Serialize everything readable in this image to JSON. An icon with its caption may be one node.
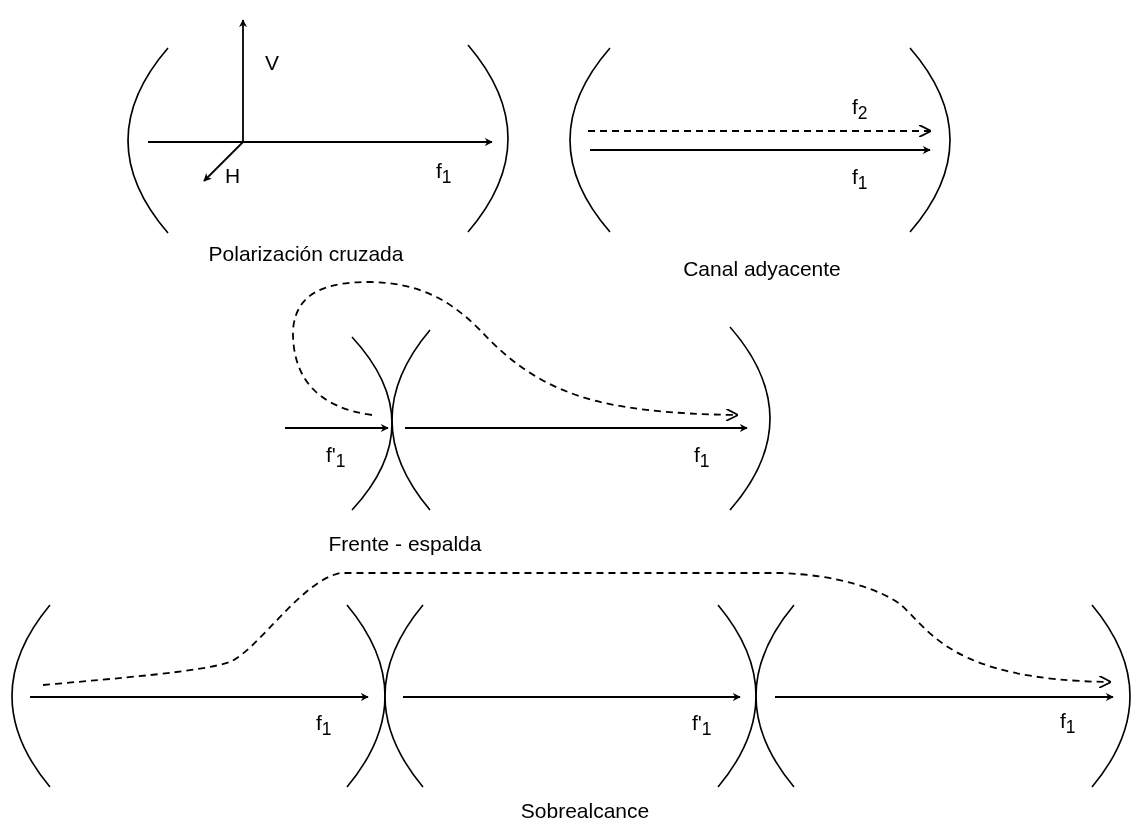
{
  "diagram": {
    "nodes": [
      {
        "text": [],
        "shape": "arc"
      },
      {
        "text": [],
        "shape": "arc"
      },
      {
        "text": [],
        "shape": "arc"
      },
      {
        "text": [],
        "shape": "arc"
      },
      {
        "text": [],
        "shape": "arc"
      },
      {
        "text": [],
        "shape": "arc"
      },
      {
        "text": [],
        "shape": "arc"
      },
      {
        "text": [],
        "shape": "arc"
      },
      {
        "text": [],
        "shape": "arc"
      },
      {
        "text": [],
        "shape": "arc"
      },
      {
        "text": [],
        "shape": "arc"
      },
      {
        "text": [],
        "shape": "arc"
      },
      {
        "text": [],
        "shape": "arc"
      }
    ],
    "edges": [
      {
        "from": 0,
        "to": 1,
        "arrow": "to",
        "label": "f$_{1}$"
      },
      {
        "from": 2,
        "to": 3,
        "arrow": "to",
        "label": "f$_{2}$",
        "style": "dashed"
      },
      {
        "from": 2,
        "to": 3,
        "arrow": "to",
        "label": "f$_{1}$"
      },
      {
        "from": null,
        "to": 5,
        "arrow": "to",
        "label": "f'$_{1}$"
      },
      {
        "from": 5,
        "to": 6,
        "arrow": "to",
        "label": "f$_{1}$"
      },
      {
        "from": 4,
        "to": 6,
        "arrow": "to",
        "style": "dashed"
      },
      {
        "from": 7,
        "to": 8,
        "arrow": "to",
        "label": "f$_{1}$"
      },
      {
        "from": 9,
        "to": 10,
        "arrow": "to",
        "label": "f'$_{1}$"
      },
      {
        "from": 11,
        "to": 12,
        "arrow": "to",
        "label": "f$_{1}$"
      },
      {
        "from": 7,
        "to": 12,
        "arrow": "to",
        "style": "dashed"
      }
    ],
    "labels": [
      "V",
      "H",
      "Polarización cruzada",
      "Canal adyacente",
      "Frente - espalda",
      "Sobrealcance"
    ]
  }
}
